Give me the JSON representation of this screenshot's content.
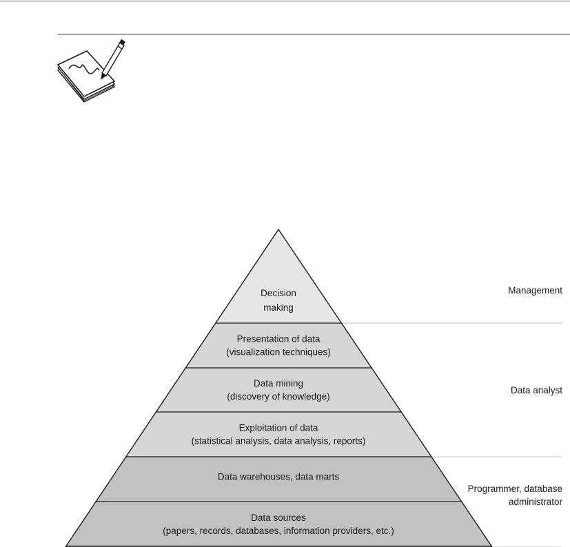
{
  "pyramid": {
    "levels": [
      {
        "line1": "Decision",
        "line2": "making"
      },
      {
        "line1": "Presentation of data",
        "line2": "(visualization techniques)"
      },
      {
        "line1": "Data mining",
        "line2": "(discovery of knowledge)"
      },
      {
        "line1": "Exploitation of data",
        "line2": "(statistical analysis, data analysis, reports)"
      },
      {
        "line1": "Data warehouses, data marts",
        "line2": ""
      },
      {
        "line1": "Data sources",
        "line2": "(papers, records, databases, information providers, etc.)"
      }
    ],
    "roles": [
      {
        "line1": "Management",
        "line2": ""
      },
      {
        "line1": "Data analyst",
        "line2": ""
      },
      {
        "line1": "Programmer, database",
        "line2": "administrator"
      }
    ],
    "colors": {
      "top": "#e6e6e6",
      "middle": "#d5d5d5",
      "bottom": "#c2c2c2",
      "outline": "#1a1a1a"
    }
  }
}
